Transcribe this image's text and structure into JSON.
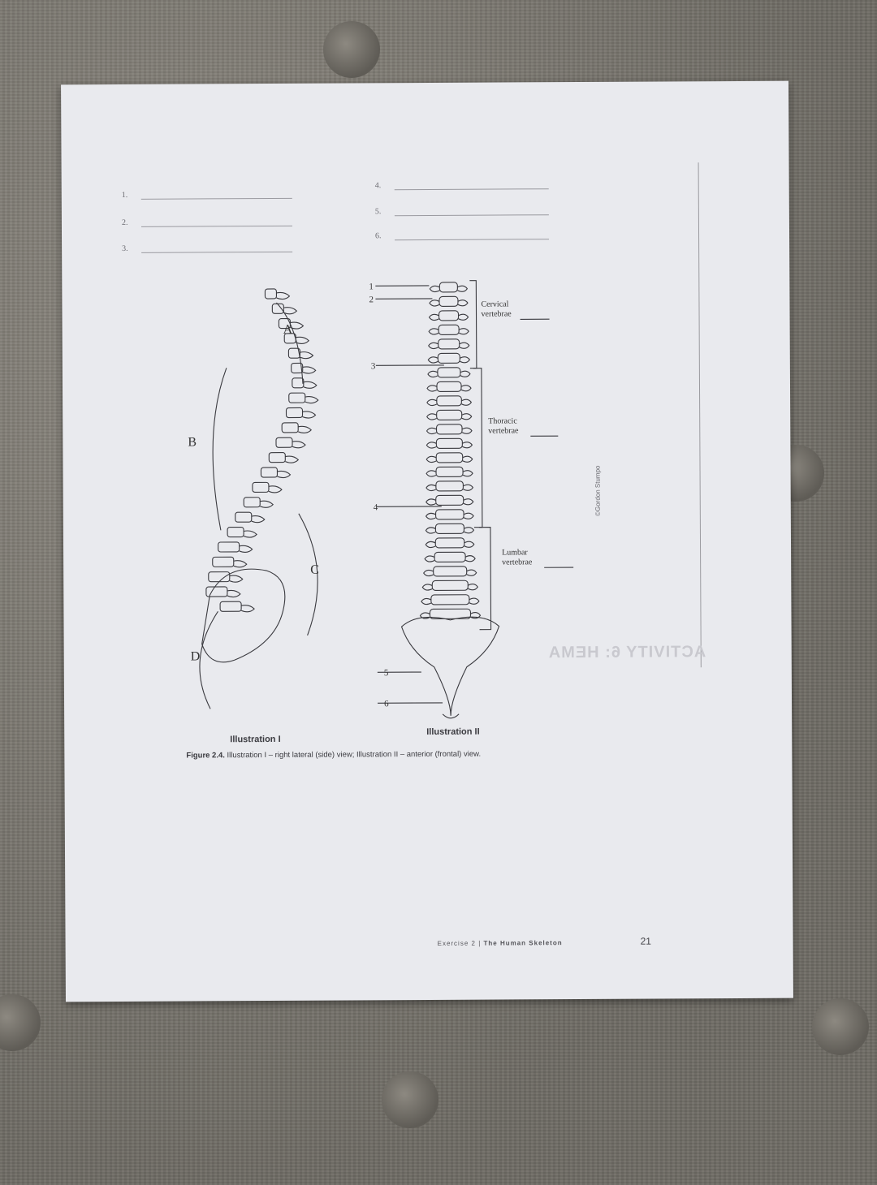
{
  "worksheet": {
    "blanks_left": [
      "1.",
      "2.",
      "3."
    ],
    "blanks_right": [
      "4.",
      "5.",
      "6."
    ]
  },
  "illustration_1": {
    "title": "Illustration I",
    "regions": [
      "A",
      "B",
      "C",
      "D"
    ]
  },
  "illustration_2": {
    "title": "Illustration II",
    "leaders": [
      "1",
      "2",
      "3",
      "4",
      "5",
      "6"
    ],
    "groups": [
      {
        "line1": "Cervical",
        "line2": "vertebrae"
      },
      {
        "line1": "Thoracic",
        "line2": "vertebrae"
      },
      {
        "line1": "Lumbar",
        "line2": "vertebrae"
      }
    ]
  },
  "caption": {
    "label": "Figure 2.4.",
    "text": " Illustration I – right lateral (side) view; Illustration II – anterior (frontal) view."
  },
  "credit": "©Gordon Stumpo",
  "footer": {
    "exercise": "Exercise 2",
    "separator": " | ",
    "chapter": "The Human Skeleton",
    "page": "21"
  },
  "faint_text": "ACTIVITY 6: HEMA"
}
